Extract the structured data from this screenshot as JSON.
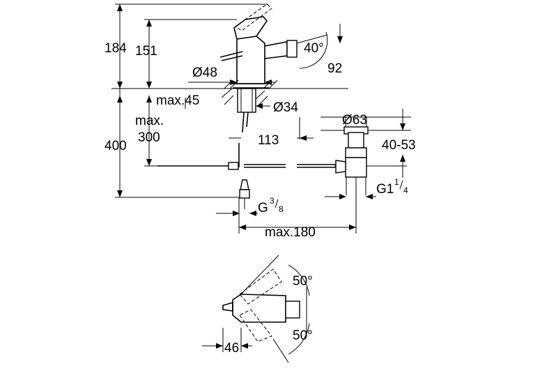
{
  "dims": {
    "h184": "184",
    "h151": "151",
    "angle_top": "40°",
    "len92": "92",
    "dia48": "Ø48",
    "max45": "max.45",
    "dia34": "Ø34",
    "max_label": "max.",
    "h300": "300",
    "h400": "400",
    "len113": "113",
    "dia63": "Ø63",
    "range4053": "40-53",
    "g_left_main": "G",
    "g_left_num": "3",
    "g_left_den": "8",
    "g_right_main": "G1",
    "g_right_num": "1",
    "g_right_den": "4",
    "max180": "max.180",
    "angle_up": "50°",
    "angle_down": "50°",
    "len46": "46"
  }
}
